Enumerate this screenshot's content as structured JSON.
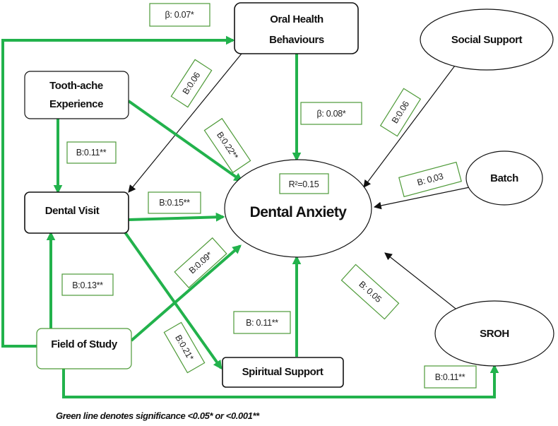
{
  "nodes": {
    "oral_health_behaviours": [
      "Oral Health",
      "Behaviours"
    ],
    "social_support": "Social Support",
    "toothache_experience": [
      "Tooth-ache",
      "Experience"
    ],
    "dental_visit": "Dental Visit",
    "dental_anxiety": "Dental Anxiety",
    "batch": "Batch",
    "field_of_study": "Field of Study",
    "spiritual_support": "Spiritual Support",
    "sroh": "SROH"
  },
  "r_squared": "R²=0.15",
  "coefficients": {
    "field_to_oral": "β: 0.07*",
    "oral_to_visit": "B:0.06",
    "oral_to_anxiety": "β: 0.08*",
    "social_to_anxiety": "B:0.06",
    "toothache_to_visit": "B:0.11**",
    "toothache_to_anxiety": "B:0.22**",
    "batch_to_anxiety": "B: 0,03",
    "visit_to_anxiety": "B:0.15**",
    "field_to_visit": "B:0.13**",
    "field_to_anxiety": "B:0.09*",
    "sroh_to_anxiety": "B: 0.05",
    "spiritual_to_anxiety": "B: 0.11**",
    "visit_to_spiritual": "B:0.21*",
    "field_to_sroh": "B:0.11**"
  },
  "footnote": "Green line denotes significance <0.05* or <0.001**",
  "colors": {
    "significant": "#22b24c",
    "nonsignificant": "#111111",
    "label_border": "#4e9a38"
  }
}
